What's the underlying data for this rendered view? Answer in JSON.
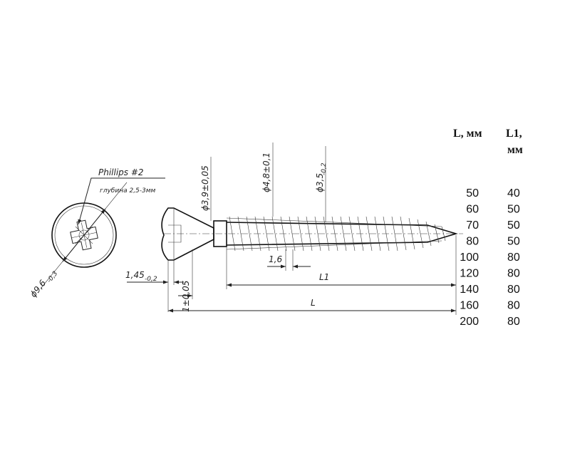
{
  "callouts": {
    "drive": "Phillips #2",
    "depth": "глубина 2,5-3мм"
  },
  "dimensions": {
    "head_diameter": "ϕ9,6",
    "head_diameter_tol": "-0,3",
    "head_height": "1,45",
    "head_height_tol": "-0,2",
    "neck": "1±0,05",
    "shank_diameter": "ϕ3,9±0,05",
    "thread_outer": "ϕ4,8±0,1",
    "thread_inner": "ϕ3,5",
    "thread_inner_tol": "-0,2",
    "pitch": "1,6",
    "thread_length": "L1",
    "total_length": "L"
  },
  "table": {
    "headers": [
      {
        "line1": "L, мм",
        "line2": ""
      },
      {
        "line1": "L1,",
        "line2": "мм"
      }
    ],
    "rows": [
      [
        "50",
        "40"
      ],
      [
        "60",
        "50"
      ],
      [
        "70",
        "50"
      ],
      [
        "80",
        "50"
      ],
      [
        "100",
        "80"
      ],
      [
        "120",
        "80"
      ],
      [
        "140",
        "80"
      ],
      [
        "160",
        "80"
      ],
      [
        "200",
        "80"
      ]
    ]
  }
}
